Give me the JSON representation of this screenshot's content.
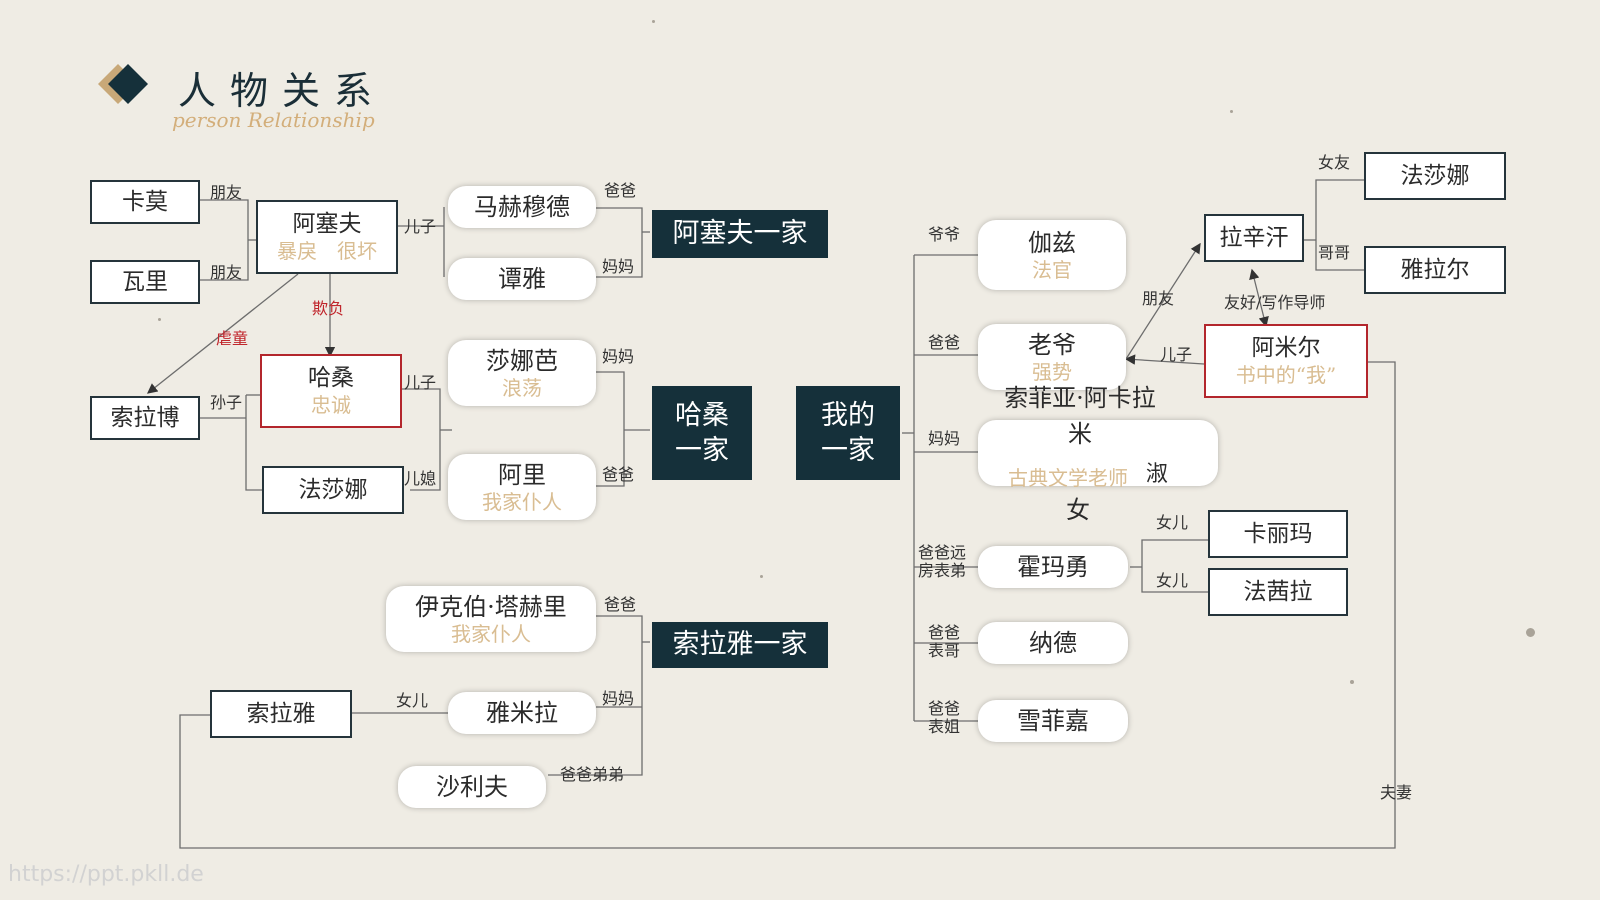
{
  "header": {
    "title": "人物关系",
    "subtitle": "person Relationship"
  },
  "watermark": "https://ppt.pkll.de",
  "families": {
    "asef": "阿塞夫一家",
    "hassan": "哈桑一家",
    "mine": "我的一家",
    "soraya": "索拉雅一家"
  },
  "people": {
    "kamo": {
      "name": "卡莫"
    },
    "wali": {
      "name": "瓦里"
    },
    "assef": {
      "name": "阿塞夫",
      "trait": "暴戾　很坏"
    },
    "mahmood": {
      "name": "马赫穆德"
    },
    "tanya": {
      "name": "谭雅"
    },
    "hassan": {
      "name": "哈桑",
      "trait": "忠诚"
    },
    "sohrab": {
      "name": "索拉博"
    },
    "farzana": {
      "name": "法莎娜"
    },
    "sanaubar": {
      "name": "莎娜芭",
      "trait": "浪荡"
    },
    "ali": {
      "name": "阿里",
      "trait": "我家仆人"
    },
    "iqbal": {
      "name": "伊克伯·塔赫里",
      "trait": "我家仆人"
    },
    "soraya": {
      "name": "索拉雅"
    },
    "jamila": {
      "name": "雅米拉"
    },
    "sharif": {
      "name": "沙利夫"
    },
    "jaza": {
      "name": "伽兹",
      "trait": "法官"
    },
    "baba": {
      "name": "老爷",
      "trait": "强势"
    },
    "sofia": {
      "name_line1": "索菲亚·阿卡拉",
      "name_line2": "米",
      "name_tail": "淑",
      "name_end": "女",
      "trait": "古典文学老师"
    },
    "homayoun": {
      "name": "霍玛勇"
    },
    "nader": {
      "name": "纳德"
    },
    "shafiqa": {
      "name": "雪菲嘉"
    },
    "rahim": {
      "name": "拉辛汗"
    },
    "farzana2": {
      "name": "法莎娜"
    },
    "yalar": {
      "name": "雅拉尔"
    },
    "amir": {
      "name": "阿米尔",
      "trait": "书中的“我”"
    },
    "karima": {
      "name": "卡丽玛"
    },
    "fahila": {
      "name": "法茜拉"
    }
  },
  "relations": {
    "friend1": "朋友",
    "friend2": "朋友",
    "son_assef": "儿子",
    "dad_asef_family": "爸爸",
    "mom_asef_family": "妈妈",
    "bully": "欺负",
    "abuse": "虐童",
    "grandson": "孙子",
    "son_hassan": "儿子",
    "daughter_in_law": "儿媳",
    "mom_hassan_family": "妈妈",
    "dad_hassan_family": "爸爸",
    "dad_soraya_family": "爸爸",
    "daughter": "女儿",
    "mom_soraya_family": "妈妈",
    "uncle": "爸爸弟弟",
    "grandpa": "爷爷",
    "dad_mine": "爸爸",
    "mom_mine": "妈妈",
    "cousin_far": "爸爸远房表弟",
    "cousin_male": "爸爸表哥",
    "cousin_female": "爸爸表姐",
    "girlfriend": "女友",
    "brother": "哥哥",
    "friend_rahim": "朋友",
    "mentor": "友好/写作导师",
    "son_amir": "儿子",
    "daughter1": "女儿",
    "daughter2": "女儿",
    "spouse": "夫妻"
  },
  "colors": {
    "family_box": "#15303a",
    "box_border": "#25343b",
    "highlight_border": "#b3262c",
    "trait_text": "#d9bd92",
    "relation_red": "#c0262c",
    "background": "#efece4"
  }
}
